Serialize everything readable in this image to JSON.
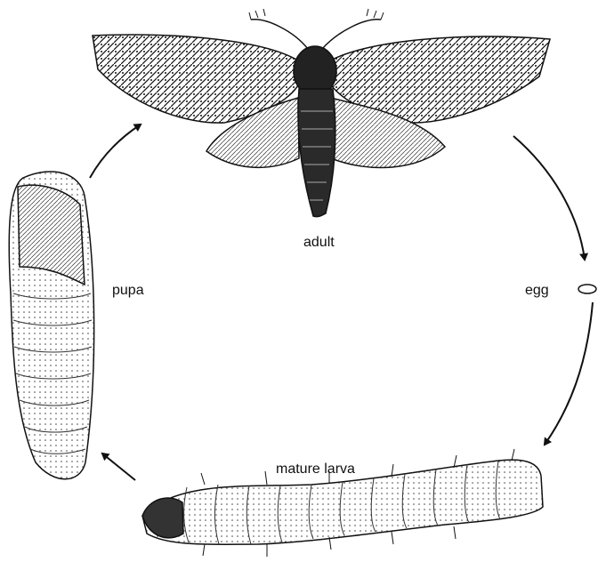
{
  "diagram": {
    "stages": [
      {
        "id": "adult",
        "label": "adult",
        "icon": "moth-icon"
      },
      {
        "id": "egg",
        "label": "egg",
        "icon": "egg-icon"
      },
      {
        "id": "larva",
        "label": "mature larva",
        "icon": "caterpillar-icon"
      },
      {
        "id": "pupa",
        "label": "pupa",
        "icon": "pupa-icon"
      }
    ],
    "cycle": [
      "adult",
      "egg",
      "larva",
      "pupa"
    ],
    "colors": {
      "ink": "#111111",
      "background": "#ffffff"
    }
  }
}
